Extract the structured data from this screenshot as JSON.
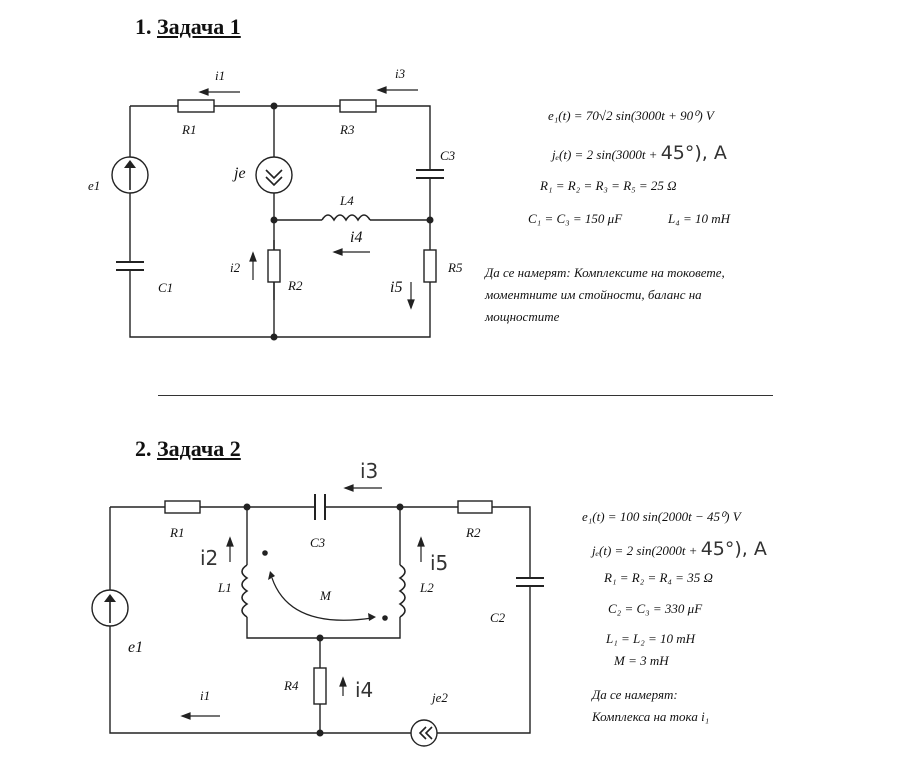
{
  "problem1": {
    "number": "1.",
    "title": "Задача 1",
    "labels": {
      "i1": "i1",
      "i3": "i3",
      "i4": "i4",
      "i5": "i5",
      "i2": "i2",
      "R1": "R1",
      "R3": "R3",
      "C3": "C3",
      "L4": "L4",
      "R5": "R5",
      "R2": "R2",
      "C1": "C1",
      "e1": "e1",
      "je": "je"
    },
    "formulas": {
      "e1": "e₁(t) = 70√2 sin(3000t + 90⁰) V",
      "je_printed": "jₑ(t) = 2 sin(3000t +",
      "je_handwritten": "45°), A",
      "R": "R₁ = R₂ = R₃ = R₅ = 25 Ω",
      "C": "C₁ = C₃ = 150 μF",
      "L": "L₄ = 10 mH"
    },
    "task_lines": [
      "Да се намерят: Комплексите на токовете,",
      "моментните им стойности, баланс на",
      "мощностите"
    ]
  },
  "problem2": {
    "number": "2.",
    "title": "Задача 2",
    "labels": {
      "i3": "i3",
      "i2": "i2",
      "i5": "i5",
      "i4": "i4",
      "i1": "i1",
      "R1": "R1",
      "C3": "C3",
      "R2": "R2",
      "L1": "L1",
      "L2": "L2",
      "M": "M",
      "C2": "C2",
      "e1": "e1",
      "R4": "R4",
      "je2": "je2"
    },
    "formulas": {
      "e1": "e₁(t) = 100 sin(2000t − 45⁰) V",
      "je_printed": "jₑ(t) = 2 sin(2000t +",
      "je_handwritten": "45°), A",
      "R": "R₁ = R₂ = R₄ = 35 Ω",
      "C": "C₂ = C₃ = 330 μF",
      "L": "L₁ = L₂ = 10 mH",
      "M": "M = 3 mH"
    },
    "task_lines": [
      "Да се намерят:",
      "Комплекса на тока i₁"
    ]
  }
}
